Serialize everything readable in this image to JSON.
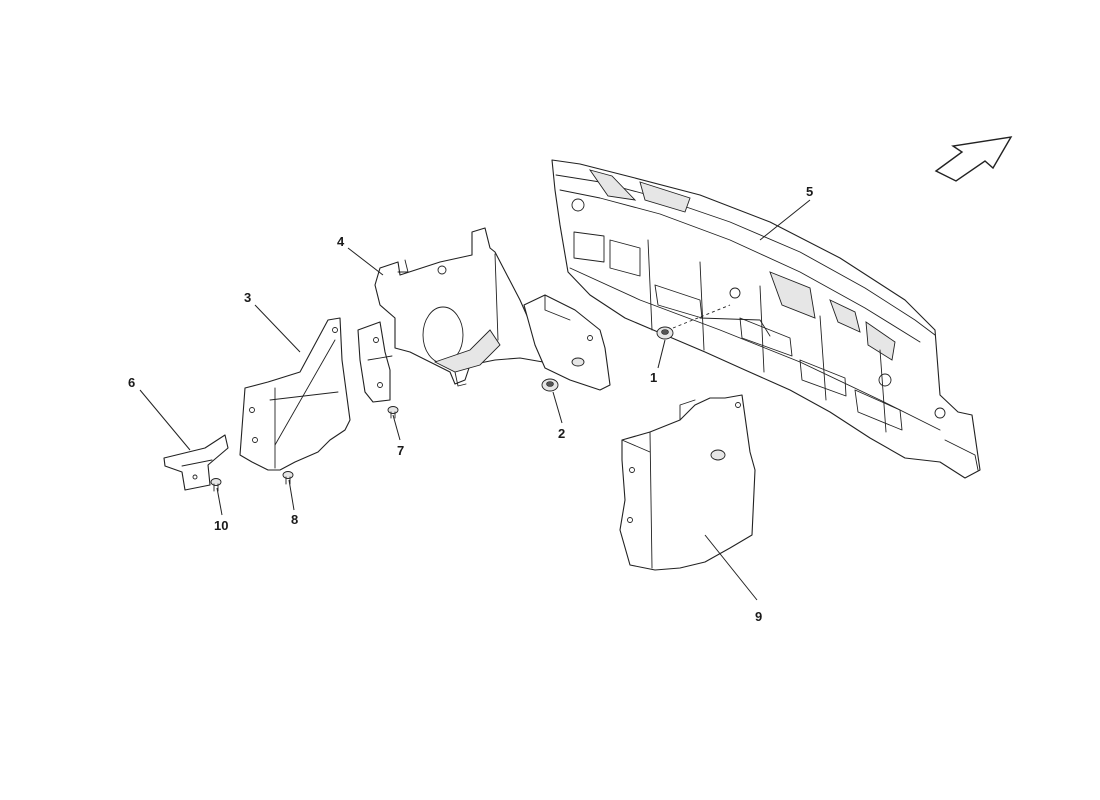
{
  "callouts": {
    "c1": "1",
    "c2": "2",
    "c3": "3",
    "c4": "4",
    "c5": "5",
    "c6": "6",
    "c7": "7",
    "c8": "8",
    "c9": "9",
    "c10": "10"
  },
  "icons": {
    "direction": "direction-arrow-icon"
  }
}
